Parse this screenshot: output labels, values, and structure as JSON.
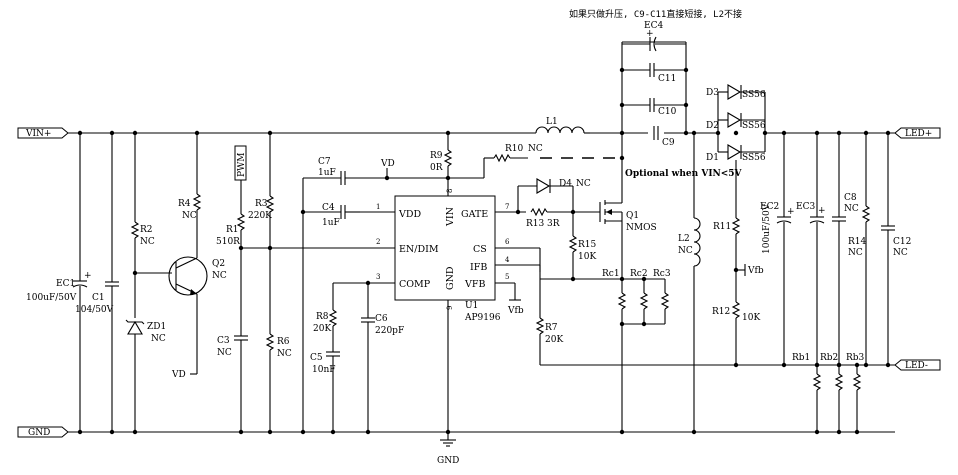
{
  "note": "如果只做升压, C9-C11直接短接, L2不接",
  "optional_note": "Optional when VIN<5V",
  "nets": {
    "vin_plus": "VIN+",
    "gnd_left": "GND",
    "gnd_bottom": "GND",
    "led_plus": "LED+",
    "led_minus": "LED-",
    "vd_top": "VD",
    "vd_left": "VD",
    "vfb_a": "Vfb",
    "vfb_b": "Vfb"
  },
  "pwm": "PWM",
  "ic": {
    "ref": "U1",
    "part": "AP9196",
    "pins": {
      "vdd": "VDD",
      "en": "EN/DIM",
      "comp": "COMP",
      "gate": "GATE",
      "cs": "CS",
      "ifb": "IFB",
      "vfb": "VFB",
      "vin": "VIN",
      "gnd": "GND"
    },
    "numbers": {
      "vdd": "1",
      "en": "2",
      "comp": "3",
      "gate": "7",
      "cs": "6",
      "ifb": "4",
      "vfb": "5",
      "vin": "8",
      "gnd": "9"
    }
  },
  "components": {
    "ec1": {
      "ref": "EC1",
      "val": "100uF/50V"
    },
    "c1": {
      "ref": "C1",
      "val": "104/50V"
    },
    "r2": {
      "ref": "R2",
      "val": "NC"
    },
    "zd1": {
      "ref": "ZD1",
      "val": "NC"
    },
    "q2": {
      "ref": "Q2",
      "val": "NC"
    },
    "r4": {
      "ref": "R4",
      "val": "NC"
    },
    "r1": {
      "ref": "R1",
      "val": "510R"
    },
    "r3": {
      "ref": "R3",
      "val": "220K"
    },
    "c3": {
      "ref": "C3",
      "val": "NC"
    },
    "r6": {
      "ref": "R6",
      "val": "NC"
    },
    "c7": {
      "ref": "C7",
      "val": "1uF"
    },
    "c4": {
      "ref": "C4",
      "val": "1uF"
    },
    "r9": {
      "ref": "R9",
      "val": "0R"
    },
    "r8": {
      "ref": "R8",
      "val": "20K"
    },
    "c6": {
      "ref": "C6",
      "val": "220pF"
    },
    "c5": {
      "ref": "C5",
      "val": "10nF"
    },
    "r10": {
      "ref": "R10",
      "val": "NC"
    },
    "l1": {
      "ref": "L1"
    },
    "d4": {
      "ref": "D4",
      "val": "NC"
    },
    "r13": {
      "ref": "R13",
      "val": "3R"
    },
    "q1": {
      "ref": "Q1",
      "val": "NMOS"
    },
    "r15": {
      "ref": "R15",
      "val": "10K"
    },
    "r7": {
      "ref": "R7",
      "val": "20K"
    },
    "rc1": {
      "ref": "Rc1"
    },
    "rc2": {
      "ref": "Rc2"
    },
    "rc3": {
      "ref": "Rc3"
    },
    "ec4": {
      "ref": "EC4"
    },
    "c11": {
      "ref": "C11"
    },
    "c10": {
      "ref": "C10"
    },
    "c9": {
      "ref": "C9"
    },
    "l2": {
      "ref": "L2",
      "val": "NC"
    },
    "d1": {
      "ref": "D1",
      "val": "SS56"
    },
    "d2": {
      "ref": "D2",
      "val": "SS56"
    },
    "d3": {
      "ref": "D3",
      "val": "SS56"
    },
    "r11": {
      "ref": "R11"
    },
    "r12": {
      "ref": "R12",
      "val": "10K"
    },
    "ec2": {
      "ref": "EC2",
      "val": "100uF/50V"
    },
    "ec3": {
      "ref": "EC3"
    },
    "c8": {
      "ref": "C8",
      "val": "NC"
    },
    "r14": {
      "ref": "R14",
      "val": "NC"
    },
    "c12": {
      "ref": "C12",
      "val": "NC"
    },
    "rb1": {
      "ref": "Rb1"
    },
    "rb2": {
      "ref": "Rb2"
    },
    "rb3": {
      "ref": "Rb3"
    }
  }
}
